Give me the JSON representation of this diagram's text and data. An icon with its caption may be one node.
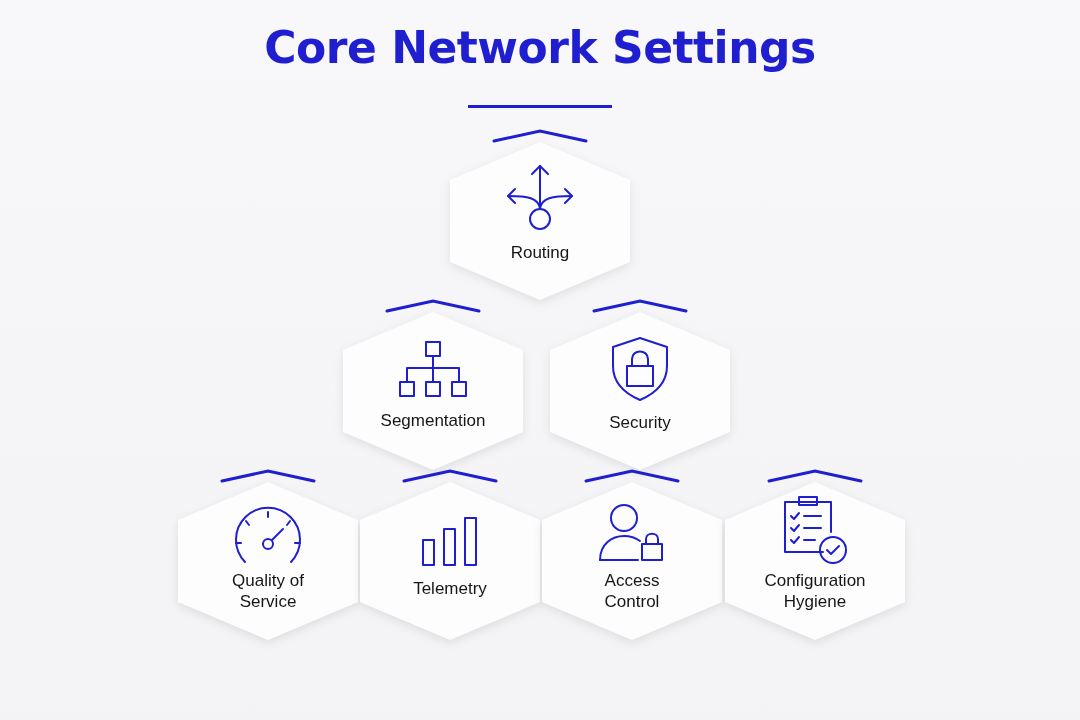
{
  "diagram": {
    "title": "Core Network Settings",
    "nodes": [
      {
        "text": [
          "Routing"
        ]
      },
      {
        "text": [
          "Segmentation"
        ]
      },
      {
        "text": [
          "Security"
        ]
      },
      {
        "text": [
          "Quality of Service"
        ]
      },
      {
        "text": [
          "Telemetry"
        ]
      },
      {
        "text": [
          "Access Control"
        ]
      },
      {
        "text": [
          "Configuration Hygiene"
        ]
      }
    ]
  }
}
